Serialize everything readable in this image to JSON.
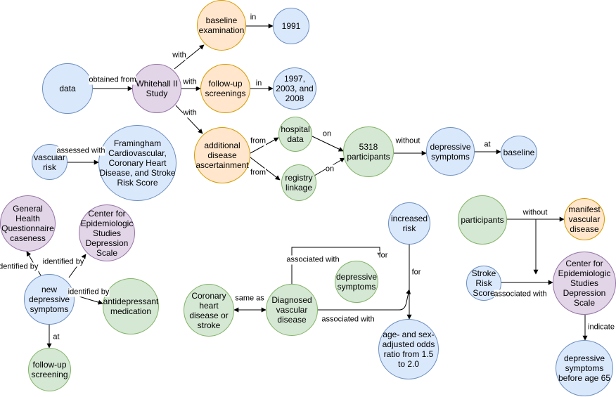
{
  "nodes": {
    "data": "data",
    "whitehall": "Whitehall II Study",
    "baseline_exam": "baseline examination",
    "y1991": "1991",
    "followup_screenings": "follow-up screenings",
    "y1997": "1997, 2003, and 2008",
    "additional": "additional disease ascertainment",
    "hospital": "hospital data",
    "registry": "registry linkage",
    "participants5318": "5318 participants",
    "depressive1": "depressive symptoms",
    "baseline": "baseline",
    "vascular_risk": "vascular risk",
    "framingham": "Framingham Cardiovascular, Coronary Heart Disease, and Stroke Risk Score",
    "ghq": "General Health Questionnaire caseness",
    "cesd1": "Center for Epidemiologic Studies Depression Scale",
    "new_dep": "new depressive symptoms",
    "antidep": "antidepressant medication",
    "followup_screening": "follow-up screening",
    "chd": "Coronary heart disease or stroke",
    "diagnosed": "Diagnosed vascular disease",
    "increased": "increased risk",
    "depressive2": "depressive symptoms",
    "odds": "age- and sex-adjusted odds ratio from 1.5 to 2.0",
    "participants": "participants",
    "manifest": "manifest vascular disease",
    "stroke_risk": "Stroke Risk Score",
    "cesd2": "Center for Epidemiologic Studies Depression Scale",
    "dep65": "depressive symptoms before age 65"
  },
  "edges": {
    "obtained_from": "obtained from",
    "with1": "with",
    "with2": "with",
    "with3": "with",
    "in1": "in",
    "in2": "in",
    "from1": "from",
    "from2": "from",
    "on1": "on",
    "on2": "on",
    "without1": "without",
    "at1": "at",
    "assessed_with": "assessed with",
    "identified_by1": "identified by",
    "identified_by2": "identified by",
    "identified_by3": "identified by",
    "at2": "at",
    "same_as": "same as",
    "associated_with1": "associated with",
    "associated_with2": "associated with",
    "for1": "for",
    "for2": "for",
    "without2": "without",
    "associated_with3": "associated with",
    "indicate": "indicate"
  },
  "colors": {
    "blue": "#dae8fc",
    "purple": "#e1d5e7",
    "orange": "#ffe6cc",
    "green": "#d5e8d4"
  }
}
